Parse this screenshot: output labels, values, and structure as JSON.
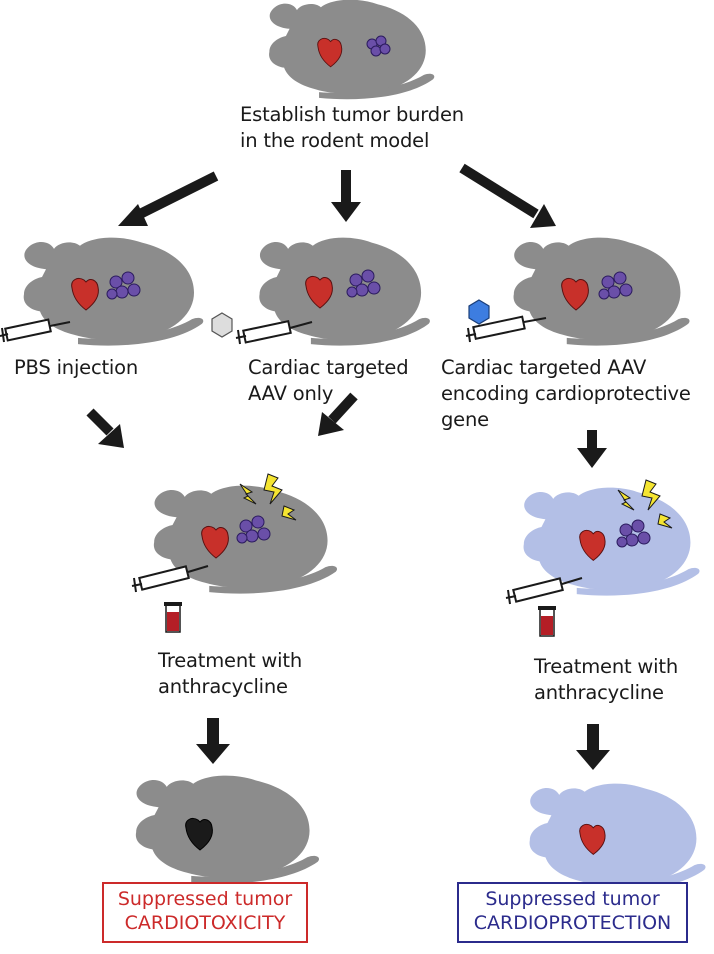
{
  "steps": {
    "establish": [
      "Establish tumor burden",
      "in the rodent model"
    ],
    "pbs": [
      "PBS injection"
    ],
    "aav_only": [
      "Cardiac targeted",
      "AAV only"
    ],
    "aav_gene": [
      "Cardiac targeted AAV",
      "encoding cardioprotective",
      "gene"
    ],
    "treatment_left": [
      "Treatment with",
      "anthracycline"
    ],
    "treatment_right": [
      "Treatment with",
      "anthracycline"
    ]
  },
  "outcomes": {
    "left": {
      "line1": "Suppressed tumor",
      "line2": "CARDIOTOXICITY",
      "color": "#cc2a2a"
    },
    "right": {
      "line1": "Suppressed tumor",
      "line2": "CARDIOPROTECTION",
      "color": "#2b2b8c"
    }
  },
  "colors": {
    "mouse_gray": "#8c8c8c",
    "mouse_protected": "#b3bfe6",
    "heart": "#c8302a",
    "heart_damaged": "#1a1a1a",
    "tumor": "#6a4fa8",
    "lightning": "#f5e531",
    "arrow": "#1a1a1a",
    "capsid_empty": "#dddddd",
    "capsid_gene": "#3d7de0",
    "drug_vial": "#b41e26"
  },
  "icons": [
    "mouse-icon",
    "heart-icon",
    "tumor-icon",
    "syringe-icon",
    "aav-capsid-icon",
    "lightning-icon",
    "vial-icon",
    "arrow-icon"
  ]
}
